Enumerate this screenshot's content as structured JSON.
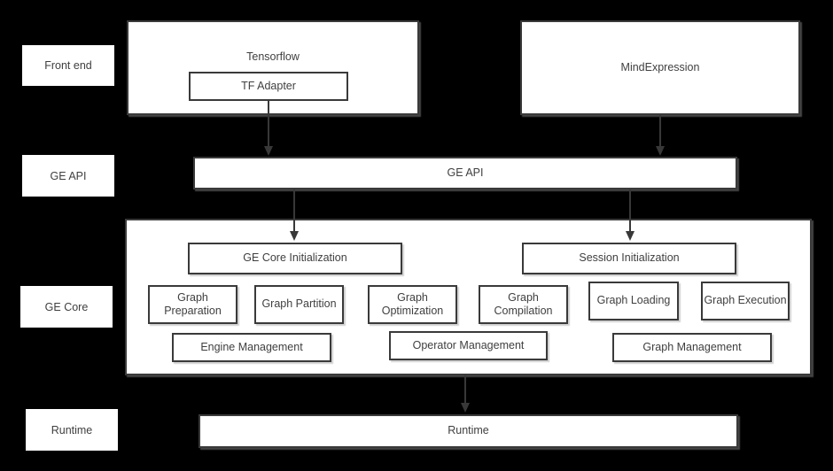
{
  "colors": {
    "background": "#000000",
    "box_fill": "#ffffff",
    "border": "#3a3a3a",
    "text": "#3f3f3f",
    "arrow": "#383838"
  },
  "row_labels": {
    "front_end": "Front end",
    "ge_api": "GE API",
    "ge_core": "GE Core",
    "runtime": "Runtime"
  },
  "front_end": {
    "tensorflow": "Tensorflow",
    "tf_adapter": "TF Adapter",
    "mind_expression": "MindExpression"
  },
  "ge_api_bar": {
    "label": "GE API"
  },
  "ge_core": {
    "init": "GE Core Initialization",
    "session": "Session Initialization",
    "stages": [
      "Graph Preparation",
      "Graph Partition",
      "Graph Optimization",
      "Graph Compilation",
      "Graph Loading",
      "Graph Execution"
    ],
    "management": [
      "Engine Management",
      "Operator Management",
      "Graph Management"
    ]
  },
  "runtime_bar": {
    "label": "Runtime"
  }
}
